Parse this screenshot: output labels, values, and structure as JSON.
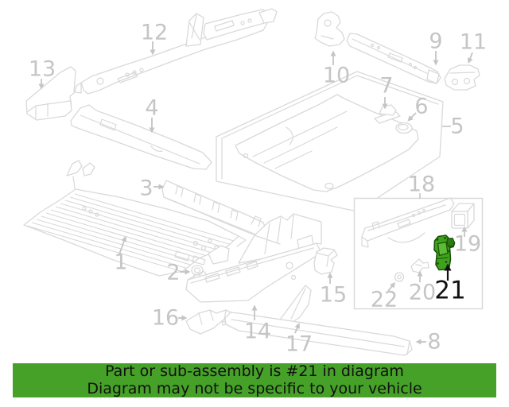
{
  "diagram": {
    "description": "Exploded floor pan / underbody parts diagram",
    "highlighted_part_number": "21",
    "callouts": [
      {
        "number": "1"
      },
      {
        "number": "2"
      },
      {
        "number": "3"
      },
      {
        "number": "4"
      },
      {
        "number": "5"
      },
      {
        "number": "6"
      },
      {
        "number": "7"
      },
      {
        "number": "8"
      },
      {
        "number": "9"
      },
      {
        "number": "10"
      },
      {
        "number": "11"
      },
      {
        "number": "12"
      },
      {
        "number": "13"
      },
      {
        "number": "14"
      },
      {
        "number": "15"
      },
      {
        "number": "16"
      },
      {
        "number": "17"
      },
      {
        "number": "18"
      },
      {
        "number": "19"
      },
      {
        "number": "20"
      },
      {
        "number": "22"
      }
    ],
    "highlighted_callout": {
      "number": "21"
    },
    "colors": {
      "line": "#d9d9d9",
      "label": "#c5c5c5",
      "highlight_fill": "#3fa21e",
      "highlight_fill_light": "#5cbb35",
      "highlight_fill_dark": "#2c7b12",
      "highlight_outline": "#1a5208",
      "highlight_label": "#111111"
    }
  },
  "banner": {
    "line1": "Part or sub-assembly is #21 in diagram",
    "line2": "Diagram may not be specific to your vehicle",
    "background": "#46a128",
    "text_color": "#111111"
  }
}
